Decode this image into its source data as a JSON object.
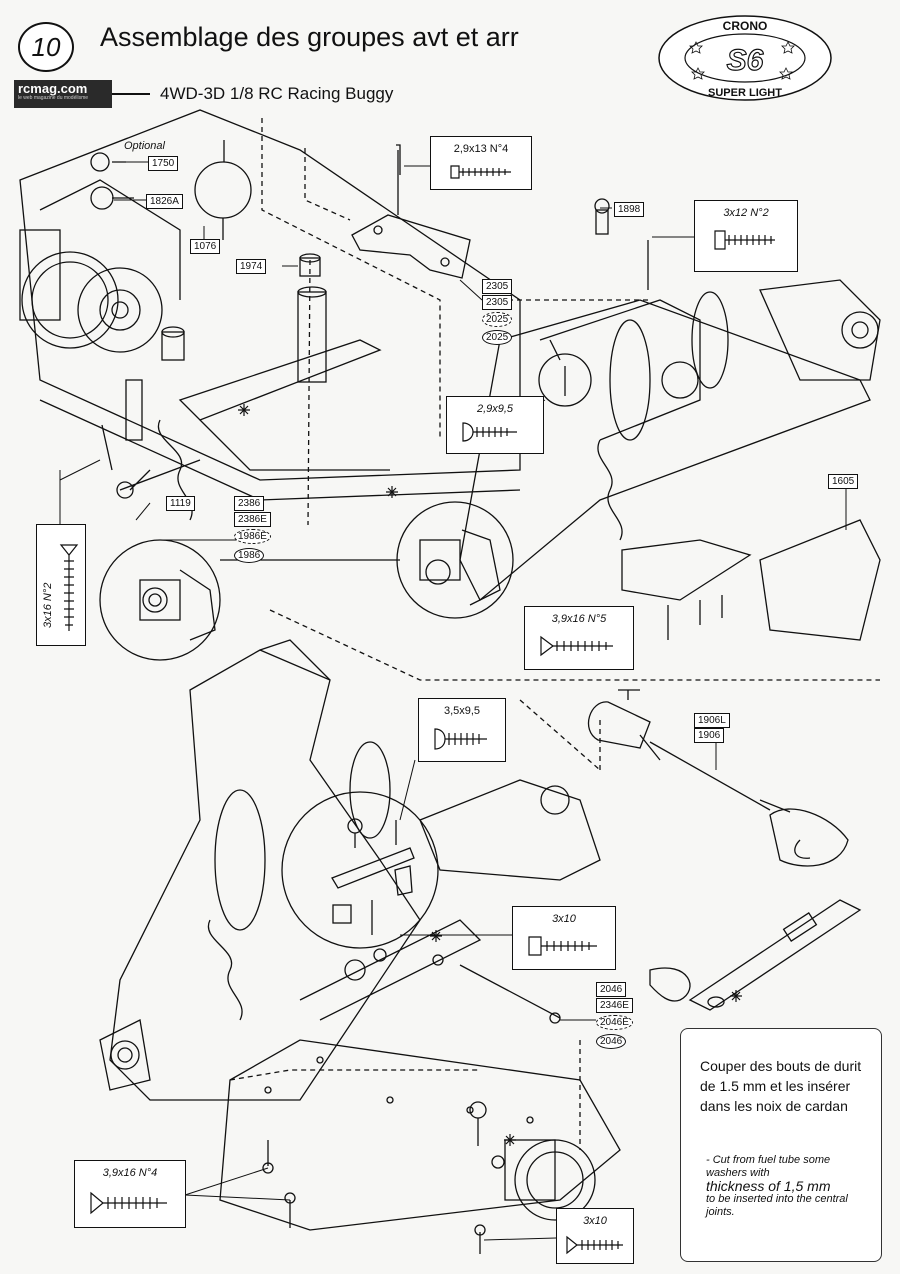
{
  "header": {
    "step_number": "10",
    "title": "Assemblage des groupes avt et arr",
    "subtitle": "4WD-3D 1/8 RC Racing Buggy",
    "site_logo": "rcmag.com",
    "site_tagline": "le web magazine du modélisme",
    "brand_logo": {
      "top": "CRONO",
      "center": "S6",
      "bottom": "SUPER LIGHT"
    }
  },
  "labels": {
    "optional": "Optional",
    "parts": {
      "p1750": "1750",
      "p1826a": "1826A",
      "p1076": "1076",
      "p1974": "1974",
      "p1898": "1898",
      "p2305a": "2305",
      "p2305b": "2305",
      "p2025a": "2025",
      "p2025b": "2025",
      "p1119": "1119",
      "p2386": "2386",
      "p2386e": "2386E",
      "p1986e": "1986E",
      "p1986": "1986",
      "p1605": "1605",
      "p1906l": "1906L",
      "p1906": "1906",
      "p2046": "2046",
      "p2346e": "2346E",
      "p2046e": "2046E",
      "p2046b": "2046"
    },
    "screws": {
      "s_29x13": "2,9x13 N°4",
      "s_3x12": "3x12 N°2",
      "s_29x95": "2,9x9,5",
      "s_39x16_5": "3,9x16 N°5",
      "s_3x16": "3x16 N°2",
      "s_35x95": "3,5x9,5",
      "s_3x10a": "3x10",
      "s_39x16_4": "3,9x16 N°4",
      "s_3x10b": "3x10"
    }
  },
  "note": {
    "fr": "Couper des bouts de durit de 1.5 mm et les insérer dans les noix de cardan",
    "en_1": "- Cut from fuel tube some washers with",
    "en_2": "thickness of 1,5 mm",
    "en_3": "to be inserted into the central joints."
  },
  "colors": {
    "ink": "#111111",
    "paper": "#f7f7f5"
  }
}
